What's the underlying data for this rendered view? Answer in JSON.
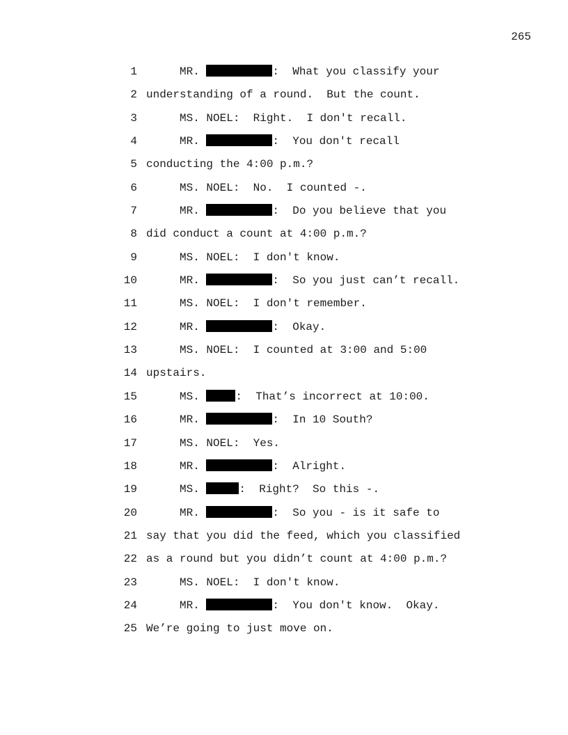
{
  "page": {
    "number": "265"
  },
  "transcript": {
    "lines": [
      {
        "num": "1",
        "segments": [
          {
            "type": "text",
            "value": "     MR. "
          },
          {
            "type": "redaction",
            "width": 95
          },
          {
            "type": "text",
            "value": ":  What you classify your"
          }
        ]
      },
      {
        "num": "2",
        "segments": [
          {
            "type": "text",
            "value": "understanding of a round.  But the count."
          }
        ]
      },
      {
        "num": "3",
        "segments": [
          {
            "type": "text",
            "value": "     MS. NOEL:  Right.  I don't recall."
          }
        ]
      },
      {
        "num": "4",
        "segments": [
          {
            "type": "text",
            "value": "     MR. "
          },
          {
            "type": "redaction",
            "width": 95
          },
          {
            "type": "text",
            "value": ":  You don't recall"
          }
        ]
      },
      {
        "num": "5",
        "segments": [
          {
            "type": "text",
            "value": "conducting the 4:00 p.m.?"
          }
        ]
      },
      {
        "num": "6",
        "segments": [
          {
            "type": "text",
            "value": "     MS. NOEL:  No.  I counted -."
          }
        ]
      },
      {
        "num": "7",
        "segments": [
          {
            "type": "text",
            "value": "     MR. "
          },
          {
            "type": "redaction",
            "width": 95
          },
          {
            "type": "text",
            "value": ":  Do you believe that you"
          }
        ]
      },
      {
        "num": "8",
        "segments": [
          {
            "type": "text",
            "value": "did conduct a count at 4:00 p.m.?"
          }
        ]
      },
      {
        "num": "9",
        "segments": [
          {
            "type": "text",
            "value": "     MS. NOEL:  I don't know."
          }
        ]
      },
      {
        "num": "10",
        "segments": [
          {
            "type": "text",
            "value": "     MR. "
          },
          {
            "type": "redaction",
            "width": 95
          },
          {
            "type": "text",
            "value": ":  So you just can’t recall."
          }
        ]
      },
      {
        "num": "11",
        "segments": [
          {
            "type": "text",
            "value": "     MS. NOEL:  I don't remember."
          }
        ]
      },
      {
        "num": "12",
        "segments": [
          {
            "type": "text",
            "value": "     MR. "
          },
          {
            "type": "redaction",
            "width": 95
          },
          {
            "type": "text",
            "value": ":  Okay."
          }
        ]
      },
      {
        "num": "13",
        "segments": [
          {
            "type": "text",
            "value": "     MS. NOEL:  I counted at 3:00 and 5:00"
          }
        ]
      },
      {
        "num": "14",
        "segments": [
          {
            "type": "text",
            "value": "upstairs."
          }
        ]
      },
      {
        "num": "15",
        "segments": [
          {
            "type": "text",
            "value": "     MS. "
          },
          {
            "type": "redaction",
            "width": 42
          },
          {
            "type": "text",
            "value": ":  That’s incorrect at 10:00."
          }
        ]
      },
      {
        "num": "16",
        "segments": [
          {
            "type": "text",
            "value": "     MR. "
          },
          {
            "type": "redaction",
            "width": 95
          },
          {
            "type": "text",
            "value": ":  In 10 South?"
          }
        ]
      },
      {
        "num": "17",
        "segments": [
          {
            "type": "text",
            "value": "     MS. NOEL:  Yes."
          }
        ]
      },
      {
        "num": "18",
        "segments": [
          {
            "type": "text",
            "value": "     MR. "
          },
          {
            "type": "redaction",
            "width": 95
          },
          {
            "type": "text",
            "value": ":  Alright."
          }
        ]
      },
      {
        "num": "19",
        "segments": [
          {
            "type": "text",
            "value": "     MS. "
          },
          {
            "type": "redaction",
            "width": 47
          },
          {
            "type": "text",
            "value": ":  Right?  So this -."
          }
        ]
      },
      {
        "num": "20",
        "segments": [
          {
            "type": "text",
            "value": "     MR. "
          },
          {
            "type": "redaction",
            "width": 95
          },
          {
            "type": "text",
            "value": ":  So you - is it safe to"
          }
        ]
      },
      {
        "num": "21",
        "segments": [
          {
            "type": "text",
            "value": "say that you did the feed, which you classified"
          }
        ]
      },
      {
        "num": "22",
        "segments": [
          {
            "type": "text",
            "value": "as a round but you didn’t count at 4:00 p.m.?"
          }
        ]
      },
      {
        "num": "23",
        "segments": [
          {
            "type": "text",
            "value": "     MS. NOEL:  I don't know."
          }
        ]
      },
      {
        "num": "24",
        "segments": [
          {
            "type": "text",
            "value": "     MR. "
          },
          {
            "type": "redaction",
            "width": 95
          },
          {
            "type": "text",
            "value": ":  You don't know.  Okay."
          }
        ]
      },
      {
        "num": "25",
        "segments": [
          {
            "type": "text",
            "value": "We’re going to just move on."
          }
        ]
      }
    ]
  }
}
